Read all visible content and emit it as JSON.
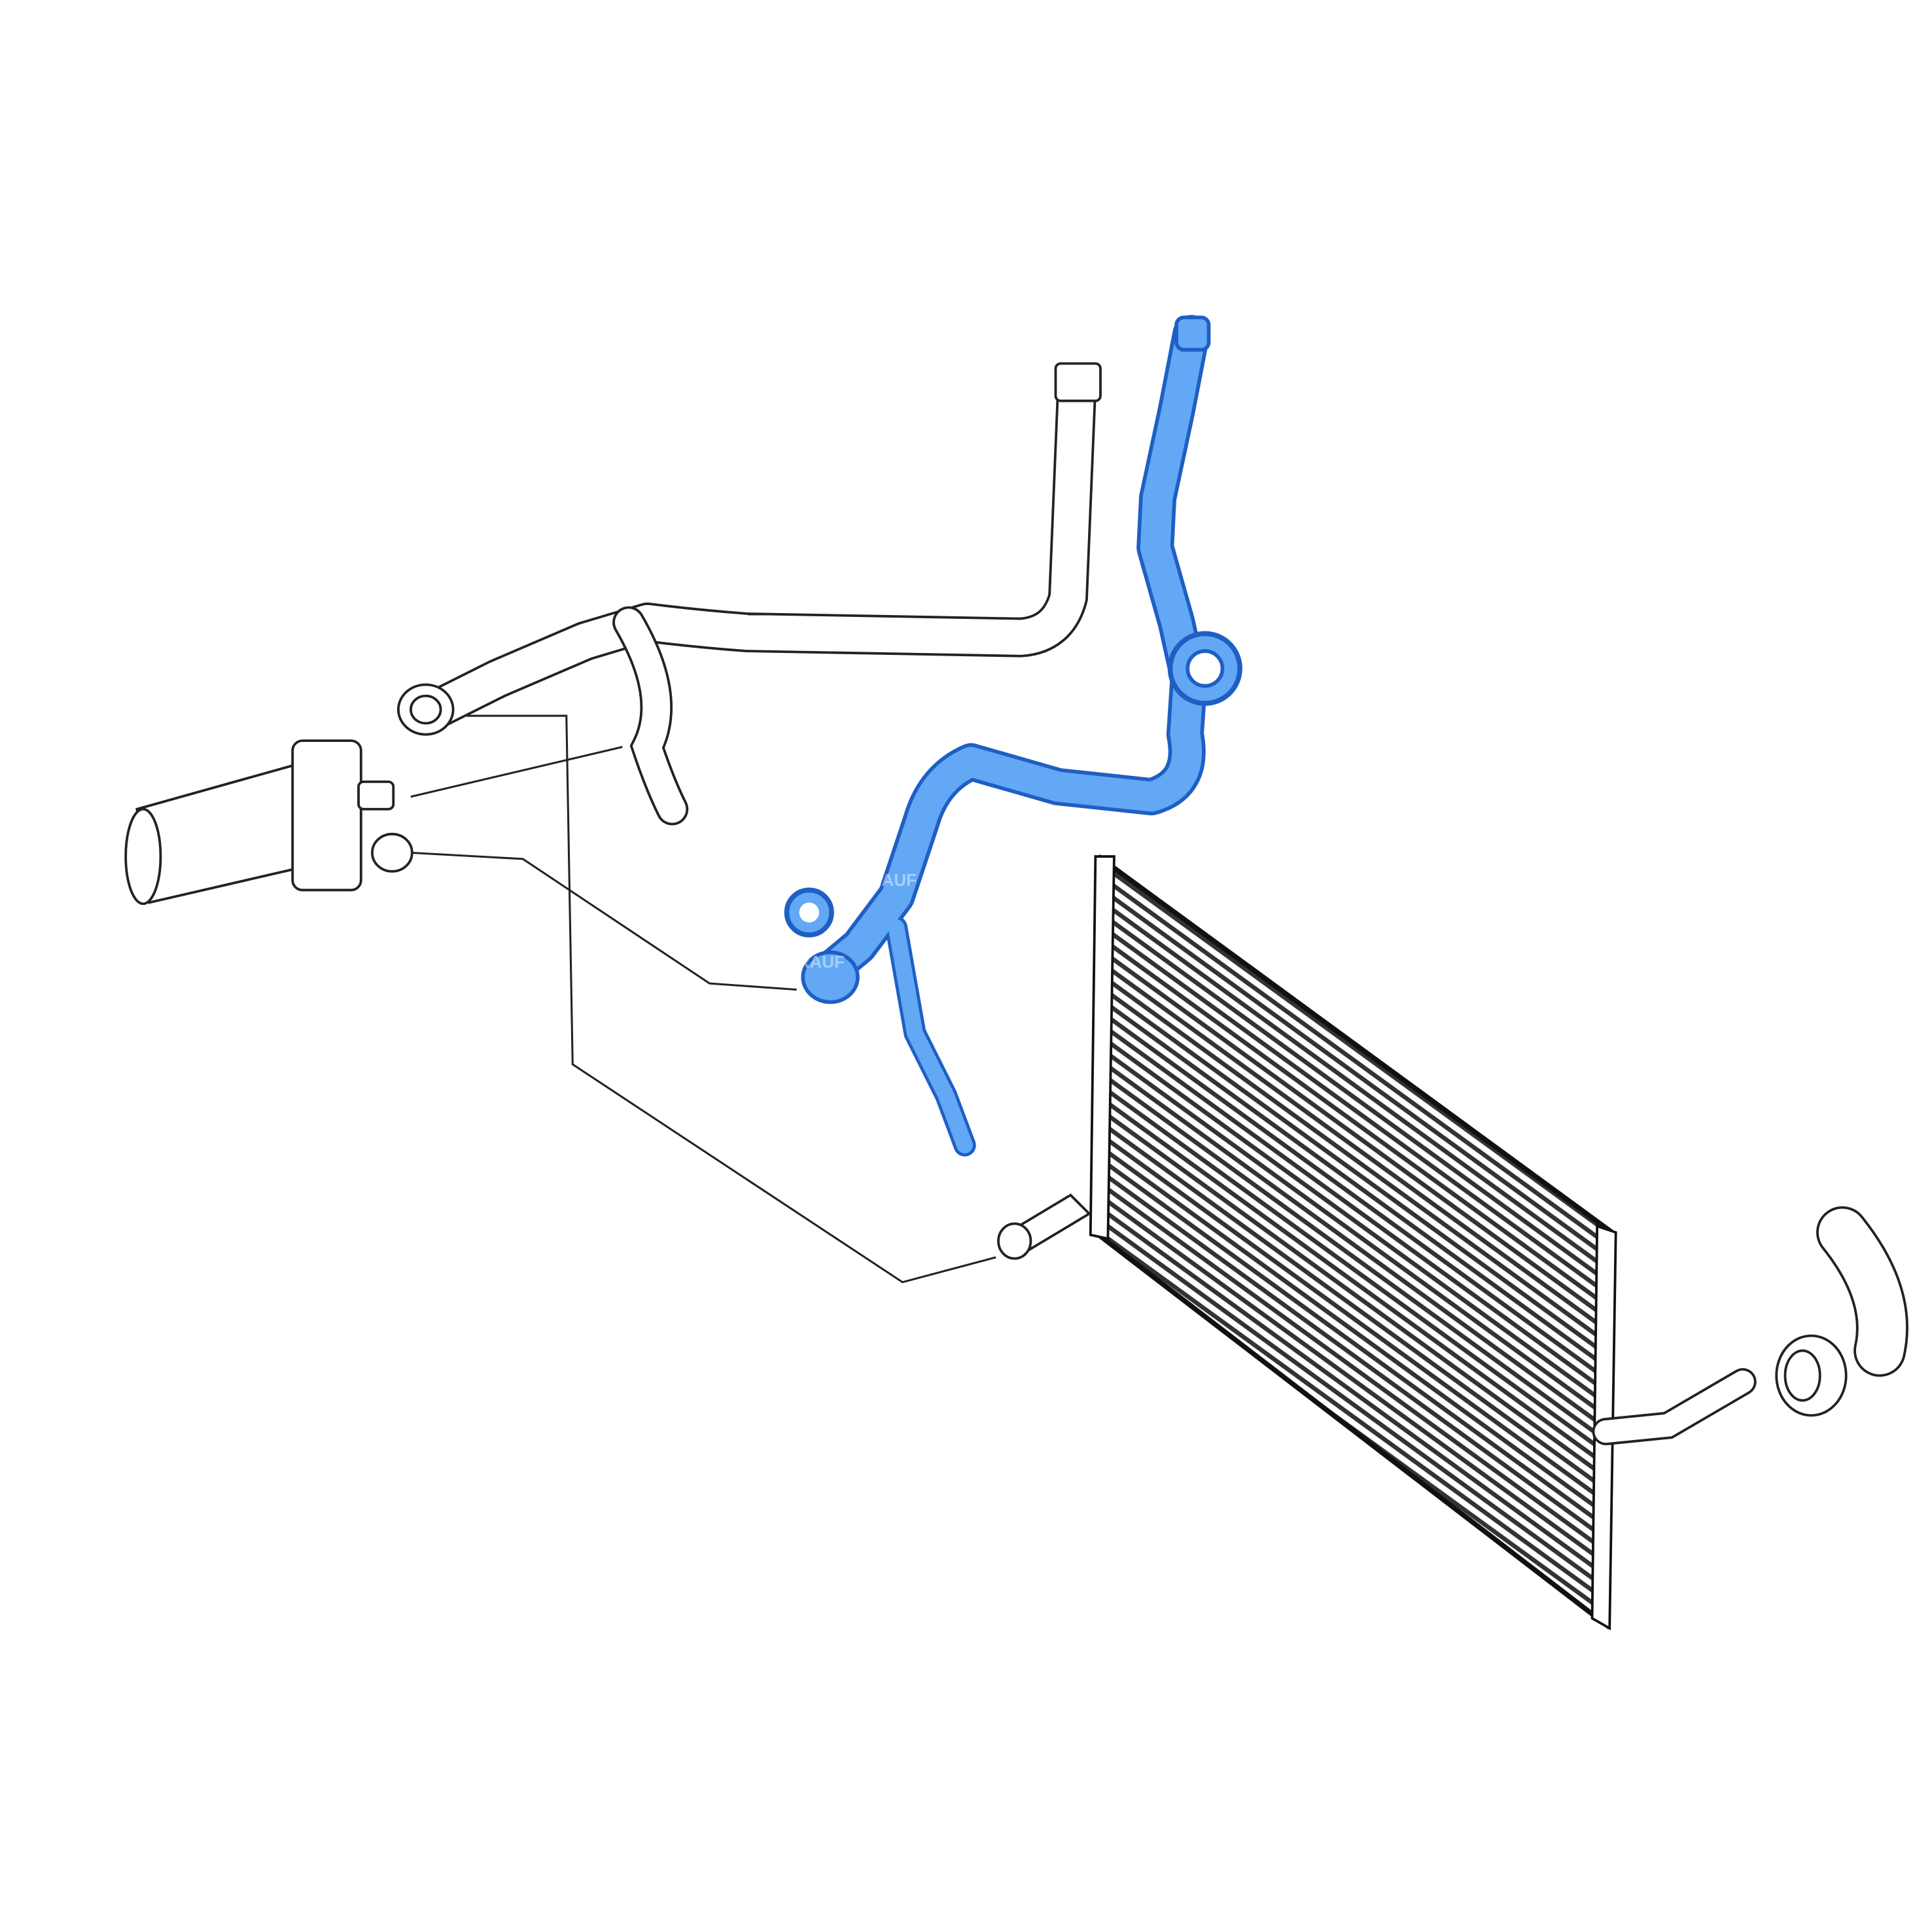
{
  "diagram": {
    "highlight_color": "#62a8f5",
    "outline_color": "#1f5fc4",
    "line_color": "#222222",
    "watermark": "BRAUF",
    "parts": [
      "highlighted-coolant-hose",
      "upper-coolant-hose",
      "auxiliary-water-pump",
      "radiator",
      "radiator-outlet-hose",
      "lower-hose-connector"
    ]
  }
}
